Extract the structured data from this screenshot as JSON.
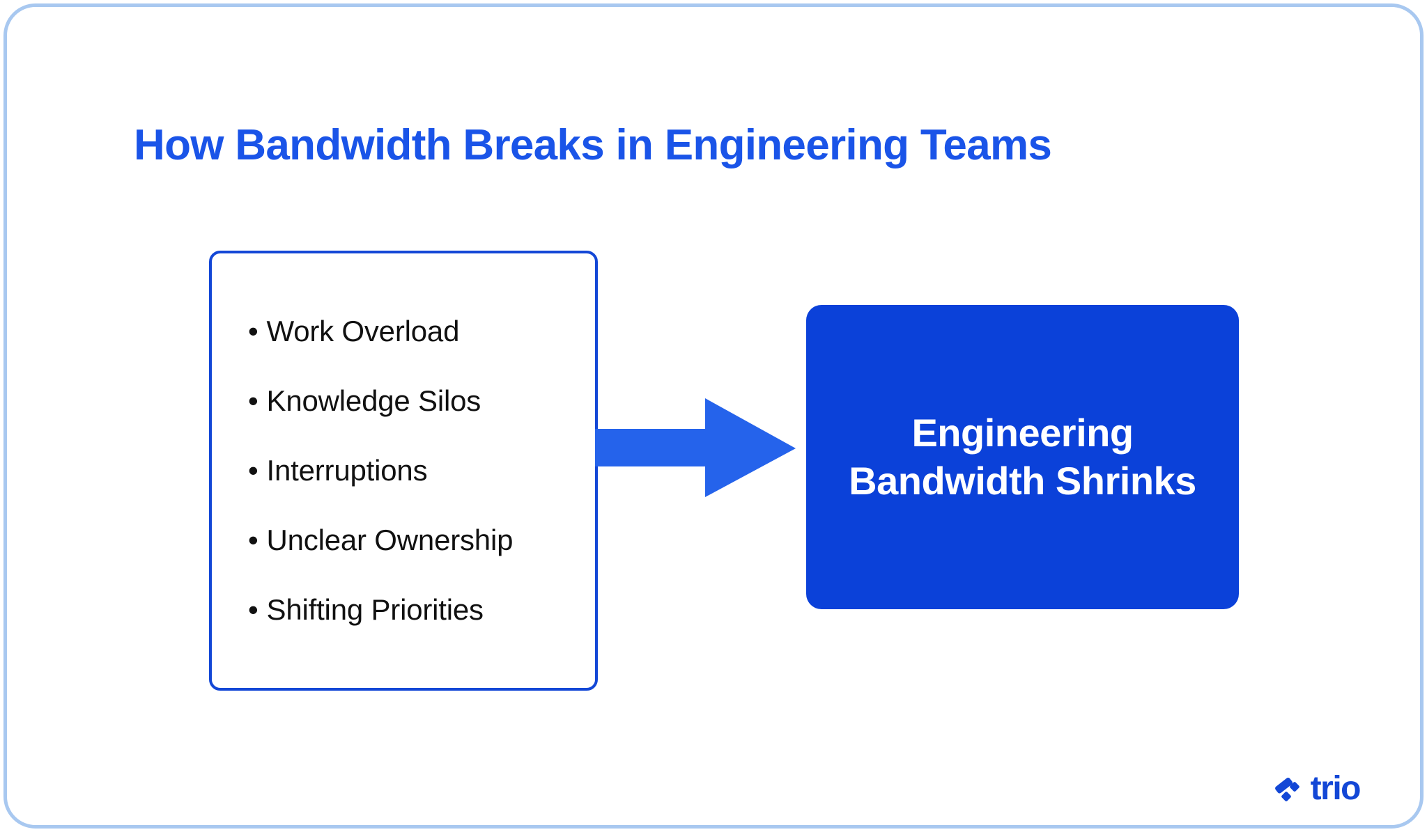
{
  "page": {
    "title": "How Bandwidth Breaks in Engineering Teams",
    "frame_color": "#a8c8f0",
    "background": "#ffffff"
  },
  "colors": {
    "title_blue": "#1a54e8",
    "card_border_blue": "#1347d6",
    "arrow_blue": "#2563eb",
    "outcome_blue": "#0b41d9",
    "text_black": "#111111",
    "white": "#ffffff"
  },
  "diagram": {
    "type": "cause-to-effect flow",
    "causes_card": {
      "bullet_glyph": "•",
      "items": [
        {
          "label": "Work Overload"
        },
        {
          "label": "Knowledge Silos"
        },
        {
          "label": "Interruptions"
        },
        {
          "label": "Unclear Ownership"
        },
        {
          "label": "Shifting Priorities"
        }
      ]
    },
    "connector": {
      "icon": "right-arrow-icon",
      "direction": "right"
    },
    "outcome_box": {
      "lines": [
        "Engineering",
        "Bandwidth",
        "Shrinks"
      ],
      "text": "Engineering Bandwidth Shrinks"
    }
  },
  "brand": {
    "mark": "trio-logo-icon",
    "name": "trio"
  }
}
